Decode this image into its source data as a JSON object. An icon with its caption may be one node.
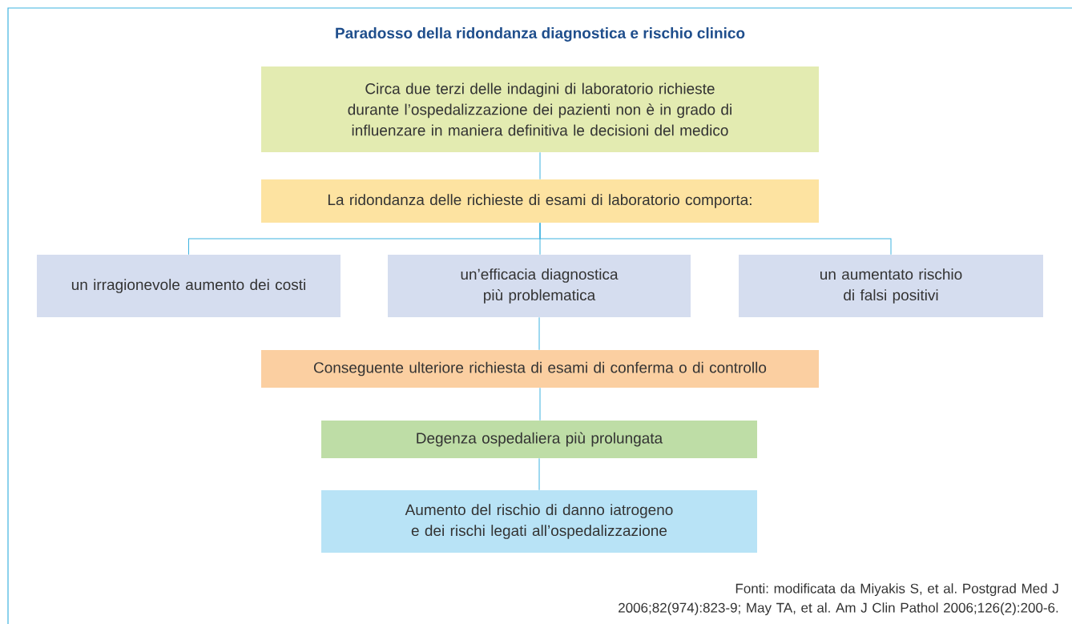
{
  "diagram": {
    "title": "Paradosso della ridondanza diagnostica e rischio clinico",
    "nodes": [
      {
        "text": [
          "Circa due terzi delle indagini di laboratorio richieste durante l’ospedalizzazione dei pazienti non è in grado di influenzare in maniera definitiva le decisioni del medico"
        ]
      },
      {
        "text": [
          "La ridondanza delle richieste di esami di laboratorio comporta:"
        ]
      },
      {
        "text": [
          "un irragionevole aumento dei costi"
        ]
      },
      {
        "text": [
          "un’efficacia diagnostica più problematica"
        ]
      },
      {
        "text": [
          "un aumentato rischio di falsi positivi"
        ]
      },
      {
        "text": [
          "Conseguente ulteriore richiesta di esami di conferma o di controllo"
        ]
      },
      {
        "text": [
          "Degenza ospedaliera più prolungata"
        ]
      },
      {
        "text": [
          "Aumento del rischio di danno iatrogeno e dei rischi legati all’ospedalizzazione"
        ]
      }
    ],
    "edges": [
      {
        "from": 0,
        "to": 1,
        "arrow": "none"
      },
      {
        "from": 1,
        "to": 2,
        "arrow": "none"
      },
      {
        "from": 1,
        "to": 3,
        "arrow": "none"
      },
      {
        "from": 1,
        "to": 4,
        "arrow": "none"
      },
      {
        "from": 3,
        "to": 5,
        "arrow": "none"
      },
      {
        "from": 5,
        "to": 6,
        "arrow": "none"
      },
      {
        "from": 6,
        "to": 7,
        "arrow": "none"
      }
    ],
    "labels": [
      "Fonti: modificata da Miyakis S, et al. Postgrad Med J 2006;82(974):823-9; May TA, et al. Am J Clin Pathol 2006;126(2):200-6."
    ]
  }
}
